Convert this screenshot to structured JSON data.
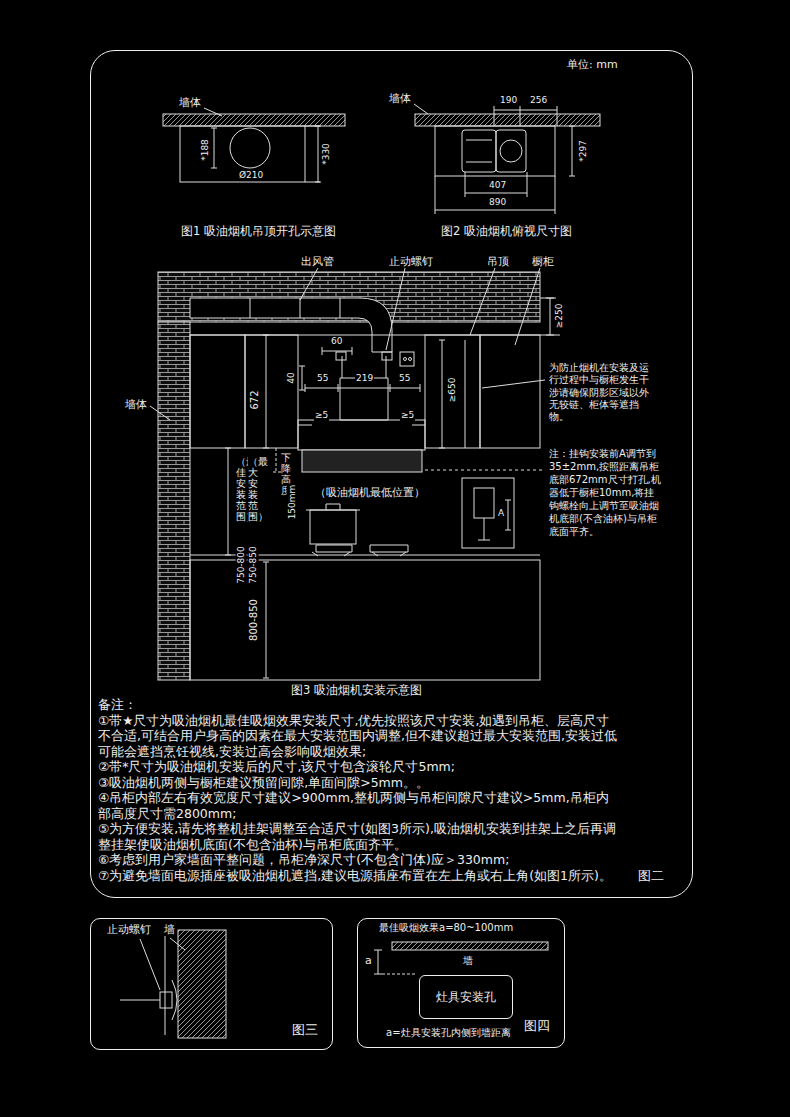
{
  "diagram": {
    "nodes": [
      {
        "text": [
          "图二"
        ]
      },
      {
        "text": [
          "图三"
        ]
      },
      {
        "text": [
          "图四"
        ]
      },
      {
        "text": [
          "灶具安装孔"
        ],
        "in": 2
      }
    ],
    "labels": [
      "单位: mm",
      "墙体",
      "*188",
      "Ø210",
      "*330",
      "图1 吸油烟机吊顶开孔示意图",
      "墙体",
      "190",
      "256",
      "*297",
      "407",
      "890",
      "图2 吸油烟机俯视尺寸图",
      "出风管",
      "止动螺钉",
      "吊顶",
      "橱柜",
      "≥250",
      "60",
      "40",
      "55",
      "219",
      "55",
      "672",
      "≥650",
      "≥5",
      "≥5",
      "墙体",
      "为防止烟机在安装及运行过程中与橱柜发生干涉请确保阴影区域以外无较链、柜体等遮挡物。",
      "注：挂钩安装前A调节到35±2mm,按照距离吊柜底部672mm尺寸打孔,机器低于橱柜10mm,将挂钩螺栓向上调节至吸油烟机底部(不含油杯)与吊柜底面平齐。",
      "（最佳安装范围）",
      "（最大安装范围）",
      "750-800",
      "750-850",
      "下降高度",
      "150mm",
      "（吸油烟机最低位置）",
      "A",
      "800-850",
      "图3 吸油烟机安装示意图",
      "备注：",
      "①带★尺寸为吸油烟机最佳吸烟效果安装尺寸,优先按照该尺寸安装,如遇到吊柜、层高尺寸不合适,可结合用户身高的因素在最大安装范围内调整,但不建议超过最大安装范围,安装过低可能会遮挡烹饪视线,安装过高会影响吸烟效果;",
      "②带*尺寸为吸油烟机安装后的尺寸,该尺寸包含滚轮尺寸5mm;",
      "③吸油烟机两侧与橱柜建议预留间隙,单面间隙>5mm。。",
      "④吊柜内部左右有效宽度尺寸建议>900mm,整机两侧与吊柜间隙尺寸建议>5mm,吊柜内部高度尺寸需2800mm;",
      "⑤为方便安装,请先将整机挂架调整至合适尺寸(如图3所示),吸油烟机安装到挂架上之后再调整挂架使吸油烟机底面(不包含油杯)与吊柜底面齐平。",
      "⑥考虑到用户家墙面平整问题，吊柜净深尺寸(不包含门体)应＞330mm;",
      "⑦为避免墙面电源插座被吸油烟机遮挡,建议电源插座布置在左上角或右上角(如图1所示)。",
      "止动螺钉",
      "墙",
      "最佳吸烟效果a=80~100mm",
      "a",
      "墙",
      "a=灶具安装孔内侧到墙距离"
    ]
  }
}
